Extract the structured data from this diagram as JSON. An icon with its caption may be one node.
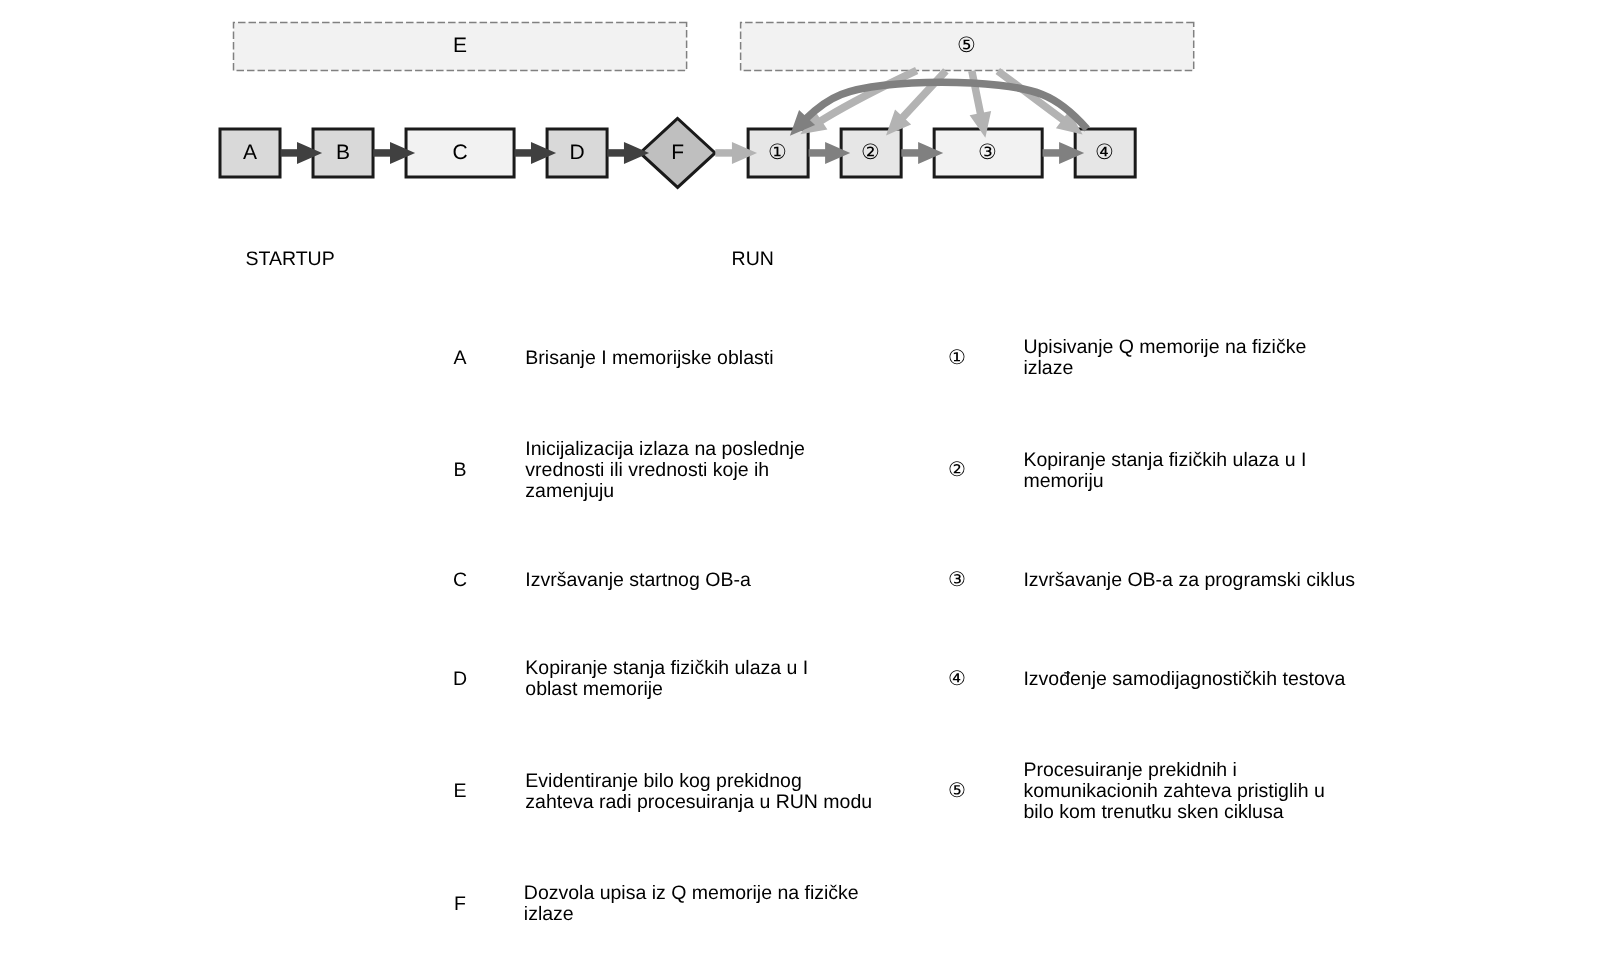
{
  "diagram": {
    "nodes": [
      {
        "text": [
          "E"
        ]
      },
      {
        "text": [
          "⑤"
        ]
      },
      {
        "text": [
          "A"
        ]
      },
      {
        "text": [
          "B"
        ]
      },
      {
        "text": [
          "C"
        ]
      },
      {
        "text": [
          "D"
        ]
      },
      {
        "text": [
          "F"
        ]
      },
      {
        "text": [
          "①"
        ]
      },
      {
        "text": [
          "②"
        ]
      },
      {
        "text": [
          "③"
        ]
      },
      {
        "text": [
          "④"
        ]
      }
    ],
    "edges": [
      {
        "from": 2,
        "to": 3,
        "arrow": "to",
        "color": "#404040"
      },
      {
        "from": 3,
        "to": 4,
        "arrow": "to",
        "color": "#404040"
      },
      {
        "from": 4,
        "to": 5,
        "arrow": "to",
        "color": "#404040"
      },
      {
        "from": 5,
        "to": 6,
        "arrow": "to",
        "color": "#404040"
      },
      {
        "from": 6,
        "to": 7,
        "arrow": "to",
        "color": "#b3b3b3"
      },
      {
        "from": 7,
        "to": 8,
        "arrow": "to",
        "color": "#808080"
      },
      {
        "from": 8,
        "to": 9,
        "arrow": "to",
        "color": "#808080"
      },
      {
        "from": 9,
        "to": 10,
        "arrow": "to",
        "color": "#808080"
      },
      {
        "from": 10,
        "to": 7,
        "arrow": "to",
        "color": "#808080"
      },
      {
        "from": 1,
        "to": 7,
        "arrow": "to",
        "color": "#b3b3b3"
      },
      {
        "from": 1,
        "to": 8,
        "arrow": "to",
        "color": "#b3b3b3"
      },
      {
        "from": 1,
        "to": 9,
        "arrow": "to",
        "color": "#b3b3b3"
      },
      {
        "from": 1,
        "to": 10,
        "arrow": "to",
        "color": "#b3b3b3"
      }
    ],
    "labels": [
      "STARTUP",
      "RUN",
      "A",
      "Brisanje I memorijske oblasti",
      "①",
      "Upisivanje Q memorije na fizičke izlaze",
      "B",
      "Inicijalizacija izlaza na poslednje vrednosti ili vrednosti koje ih zamenjuju",
      "②",
      "Kopiranje stanja fizičkih ulaza u I memoriju",
      "C",
      "Izvršavanje startnog OB-a",
      "③",
      "Izvršavanje OB-a za programski ciklus",
      "D",
      "Kopiranje stanja fizičkih ulaza u I oblast memorije",
      "④",
      "Izvođenje samodijagnostičkih testova",
      "E",
      "Evidentiranje bilo kog prekidnog zahteva radi procesuiranja u RUN modu",
      "⑤",
      "Procesuiranje prekidnih i komunikacionih zahteva pristiglih u bilo kom trenutku sken ciklusa",
      "F",
      "Dozvola upisa iz Q memorije na fizičke izlaze"
    ]
  }
}
